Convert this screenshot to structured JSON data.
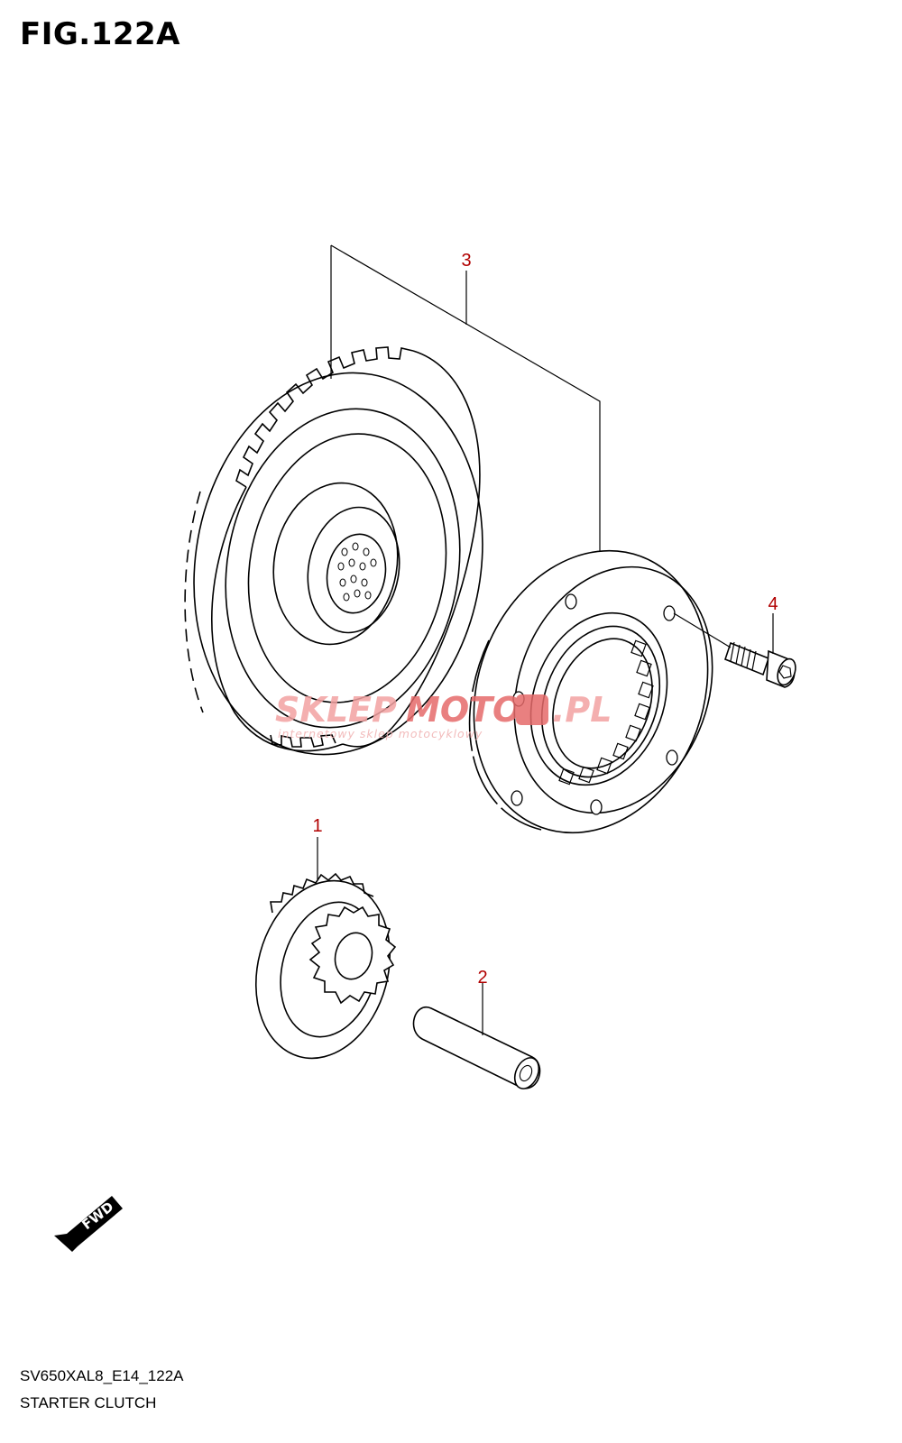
{
  "figure": {
    "title": "FIG.122A"
  },
  "callouts": [
    {
      "number": "1"
    },
    {
      "number": "2"
    },
    {
      "number": "3"
    },
    {
      "number": "4"
    }
  ],
  "watermark": {
    "brand_left": "SKLEP",
    "brand_mid": "MOTO",
    "brand_right": ".PL",
    "tagline": "internetowy sklep motocyklowy"
  },
  "direction_badge": {
    "text": "FWD"
  },
  "footer": {
    "code": "SV650XAL8_E14_122A",
    "caption": "STARTER CLUTCH"
  },
  "colors": {
    "callout": "#b10000",
    "watermark": "#f3a2a2",
    "line": "#000000"
  }
}
